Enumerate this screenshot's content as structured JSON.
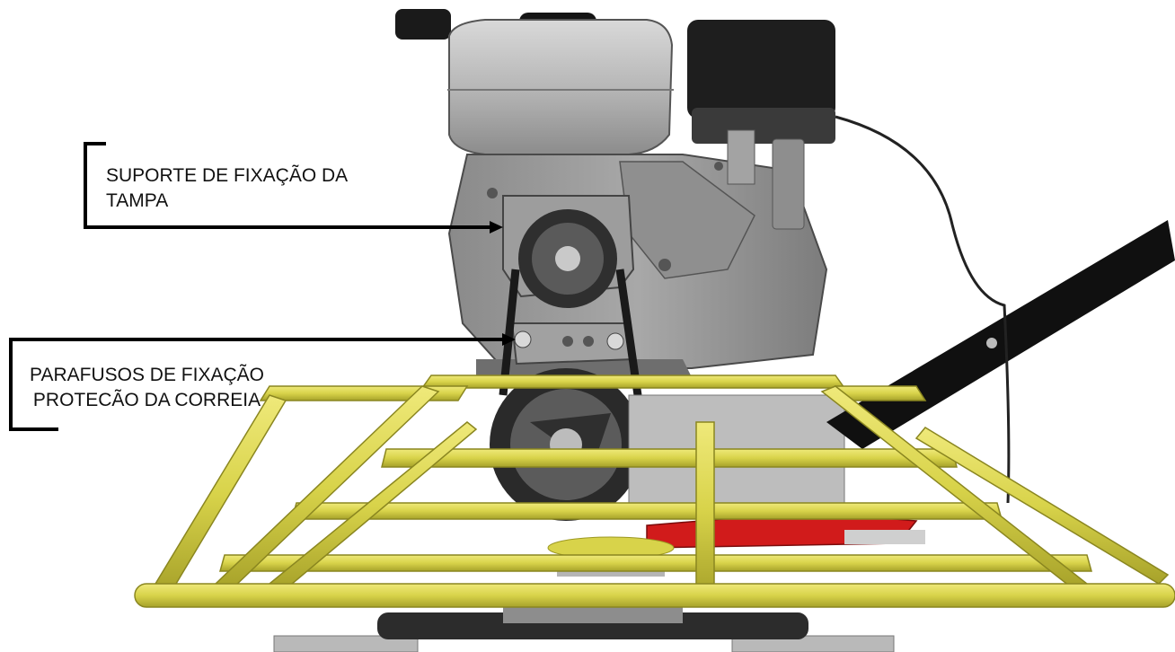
{
  "callouts": [
    {
      "lines": [
        "SUPORTE DE  FIXAÇÃO DA",
        "TAMPA"
      ]
    },
    {
      "lines": [
        "PARAFUSOS DE FIXAÇÃO",
        "PROTECÃO DA CORREIA"
      ]
    }
  ],
  "colors": {
    "frame": "#d8d34a",
    "frame_dark": "#9c9822",
    "engine_body": "#9a9a9a",
    "engine_dark": "#3a3a3a",
    "air_filter": "#1e1e1e",
    "red_arm": "#d11b1b",
    "handle": "#111111",
    "leader": "#000000"
  }
}
